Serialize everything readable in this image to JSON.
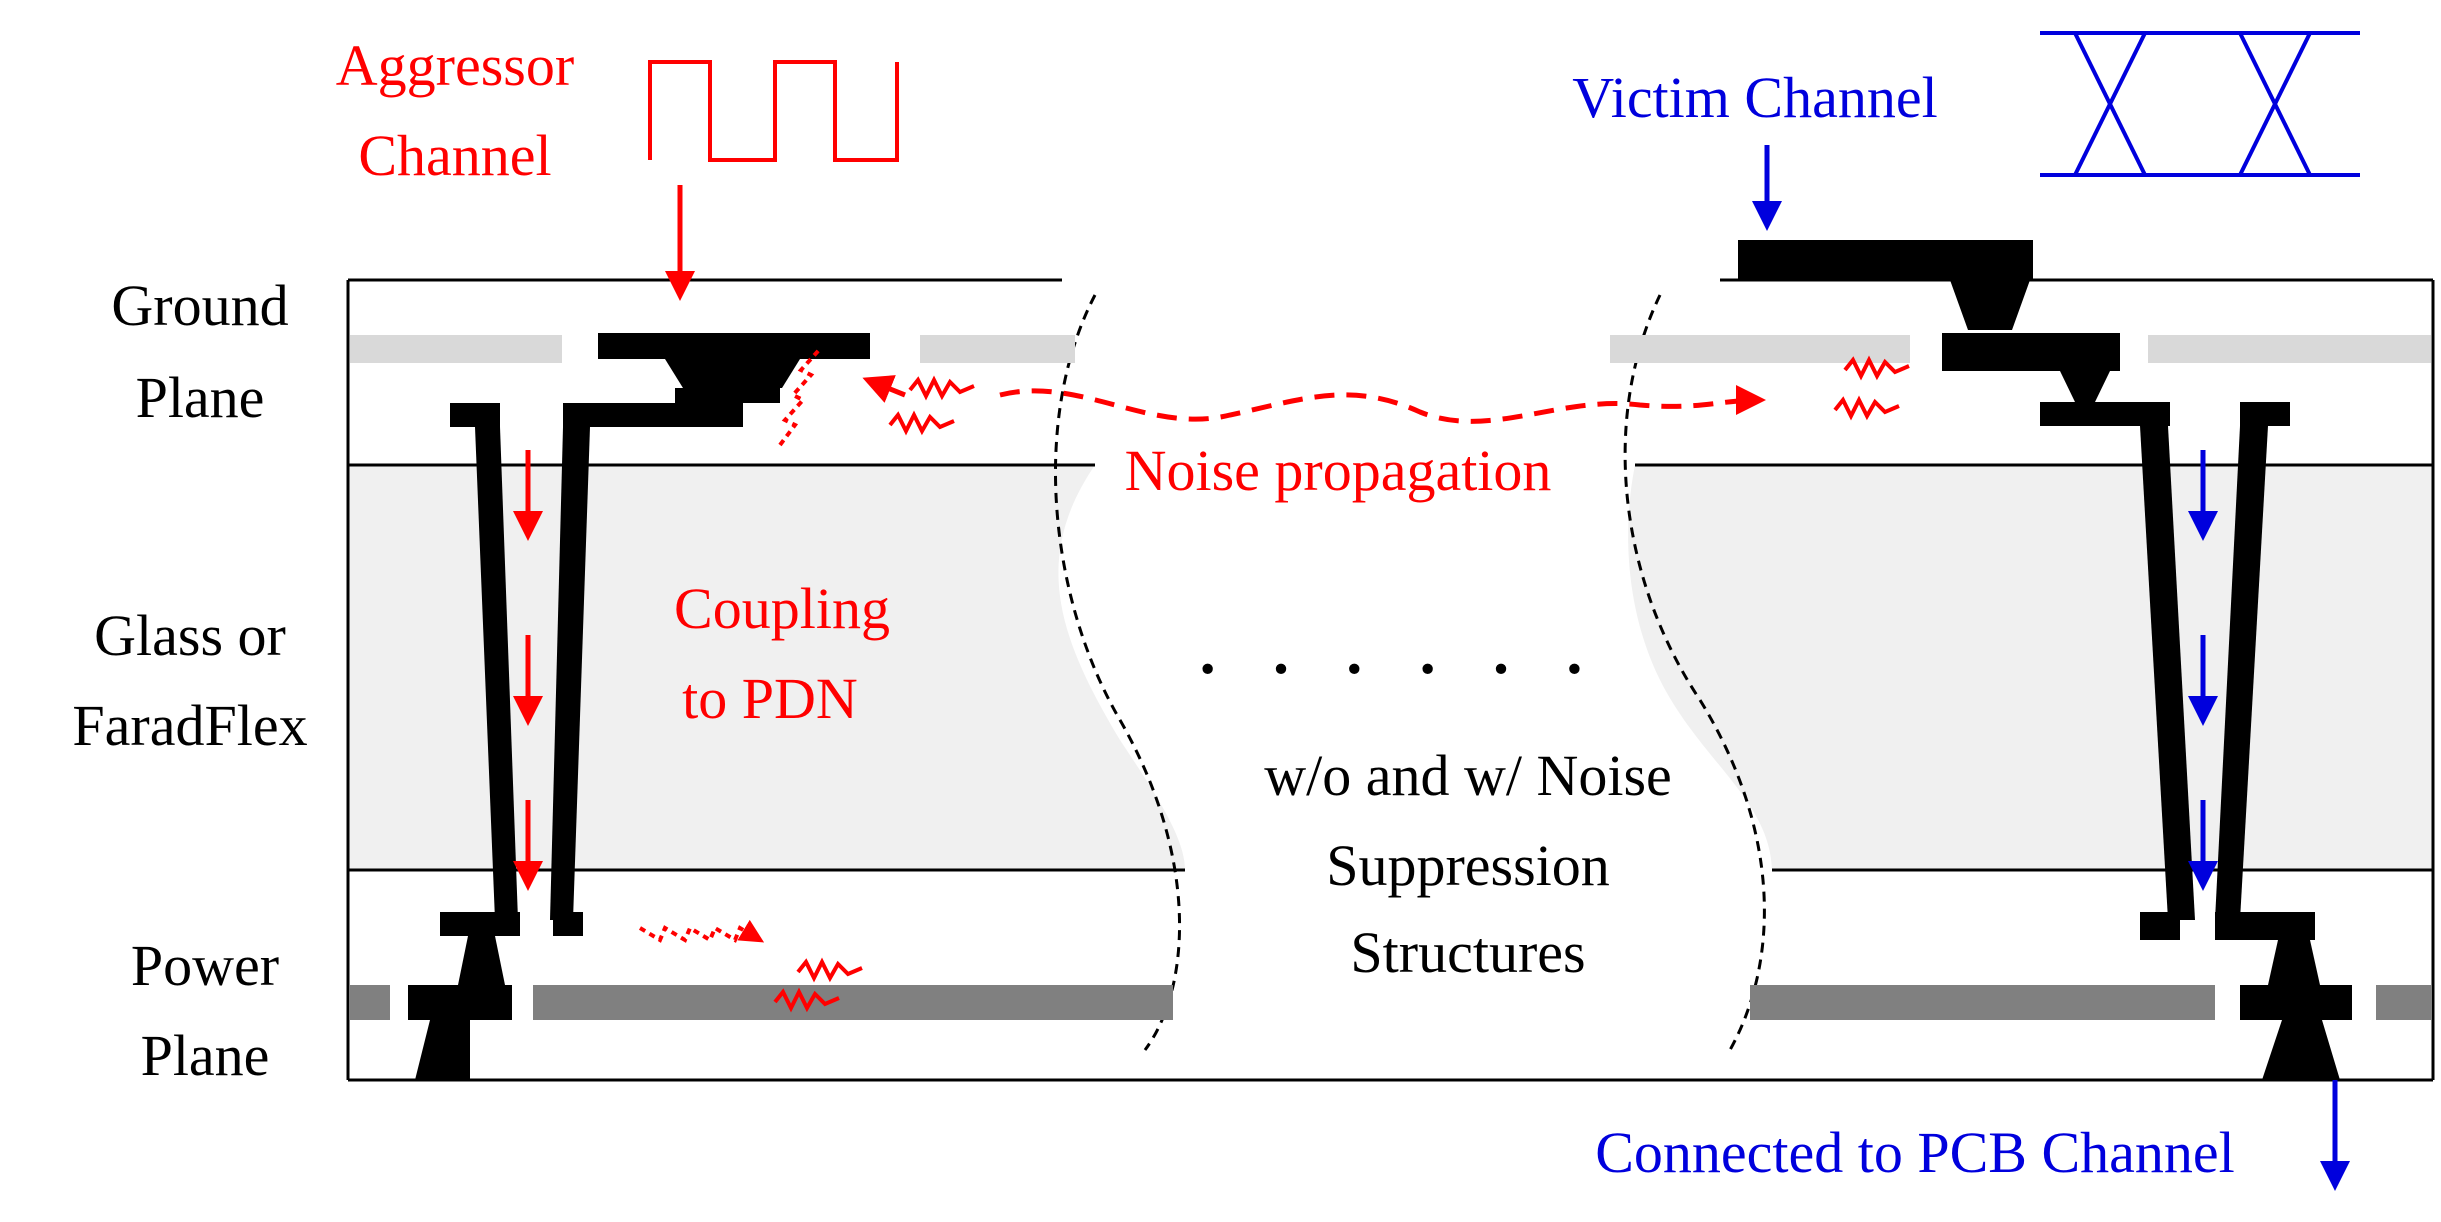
{
  "colors": {
    "aggressor": "#ff0000",
    "victim": "#0000dd",
    "structure": "#000000",
    "dielectric": "#f0f0f0",
    "ground_plane_metal": "#d9d9d9",
    "power_plane_metal": "#808080"
  },
  "labels": {
    "ground_plane": [
      "Ground",
      "Plane"
    ],
    "dielectric": [
      "Glass or",
      "FaradFlex"
    ],
    "power_plane": [
      "Power",
      "Plane"
    ],
    "aggressor": [
      "Aggressor",
      "Channel"
    ],
    "victim": "Victim Channel",
    "noise_propagation": "Noise propagation",
    "coupling": [
      "Coupling",
      "to PDN"
    ],
    "ellipsis": "· · · · · ·",
    "center_note": [
      "w/o and w/ Noise",
      "Suppression",
      "Structures"
    ],
    "pcb": "Connected to PCB Channel"
  },
  "icons": {
    "aggressor_waveform": "square-wave-icon",
    "victim_waveform": "eye-diagram-icon",
    "noise": "noise-squiggle-icon"
  }
}
